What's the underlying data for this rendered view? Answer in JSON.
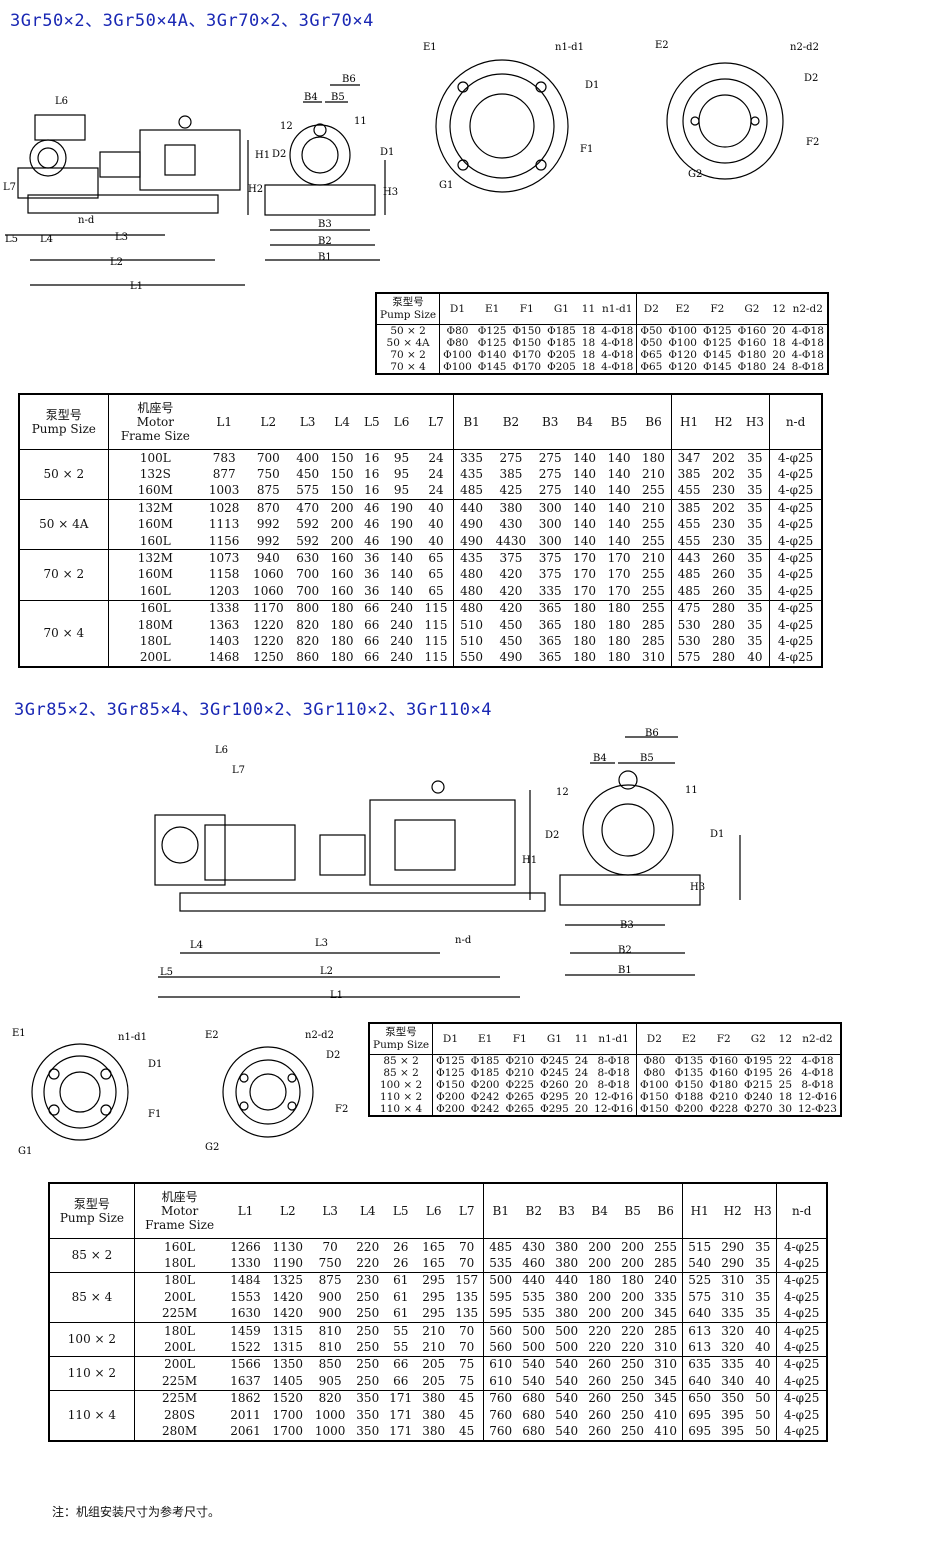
{
  "section1": {
    "title": "3Gr50×2、3Gr50×4A、3Gr70×2、3Gr70×4",
    "dim_labels": [
      "L6",
      "L7",
      "n-d",
      "L5",
      "L4",
      "L3",
      "L2",
      "L1",
      "B6",
      "B4",
      "B5",
      "12",
      "11",
      "D2",
      "D1",
      "H1",
      "H2",
      "H3",
      "B3",
      "B2",
      "B1",
      "E1",
      "n1-d1",
      "D1",
      "F1",
      "G1",
      "E2",
      "n2-d2",
      "D2",
      "F2",
      "G2"
    ],
    "flange_table": {
      "headers": [
        "泵型号",
        "Pump Size",
        "D1",
        "E1",
        "F1",
        "G1",
        "11",
        "n1-d1",
        "D2",
        "E2",
        "F2",
        "G2",
        "12",
        "n2-d2"
      ],
      "rows": [
        [
          "50 × 2",
          "Φ80",
          "Φ125",
          "Φ150",
          "Φ185",
          "18",
          "4-Φ18",
          "Φ50",
          "Φ100",
          "Φ125",
          "Φ160",
          "20",
          "4-Φ18"
        ],
        [
          "50 × 4A",
          "Φ80",
          "Φ125",
          "Φ150",
          "Φ185",
          "18",
          "4-Φ18",
          "Φ50",
          "Φ100",
          "Φ125",
          "Φ160",
          "18",
          "4-Φ18"
        ],
        [
          "70 × 2",
          "Φ100",
          "Φ140",
          "Φ170",
          "Φ205",
          "18",
          "4-Φ18",
          "Φ65",
          "Φ120",
          "Φ145",
          "Φ180",
          "20",
          "4-Φ18"
        ],
        [
          "70 × 4",
          "Φ100",
          "Φ145",
          "Φ170",
          "Φ205",
          "18",
          "4-Φ18",
          "Φ65",
          "Φ120",
          "Φ145",
          "Φ180",
          "24",
          "8-Φ18"
        ]
      ]
    },
    "dim_table": {
      "headers": [
        "泵型号",
        "Pump Size",
        "机座号",
        "Motor",
        "Frame Size",
        "L1",
        "L2",
        "L3",
        "L4",
        "L5",
        "L6",
        "L7",
        "B1",
        "B2",
        "B3",
        "B4",
        "B5",
        "B6",
        "H1",
        "H2",
        "H3",
        "n-d"
      ],
      "groups": [
        {
          "pump": "50 × 2",
          "rows": [
            [
              "100L",
              "783",
              "700",
              "400",
              "150",
              "16",
              "95",
              "24",
              "335",
              "275",
              "275",
              "140",
              "140",
              "180",
              "347",
              "202",
              "35",
              "4-φ25"
            ],
            [
              "132S",
              "877",
              "750",
              "450",
              "150",
              "16",
              "95",
              "24",
              "435",
              "385",
              "275",
              "140",
              "140",
              "210",
              "385",
              "202",
              "35",
              "4-φ25"
            ],
            [
              "160M",
              "1003",
              "875",
              "575",
              "150",
              "16",
              "95",
              "24",
              "485",
              "425",
              "275",
              "140",
              "140",
              "255",
              "455",
              "230",
              "35",
              "4-φ25"
            ]
          ]
        },
        {
          "pump": "50 × 4A",
          "rows": [
            [
              "132M",
              "1028",
              "870",
              "470",
              "200",
              "46",
              "190",
              "40",
              "440",
              "380",
              "300",
              "140",
              "140",
              "210",
              "385",
              "202",
              "35",
              "4-φ25"
            ],
            [
              "160M",
              "1113",
              "992",
              "592",
              "200",
              "46",
              "190",
              "40",
              "490",
              "430",
              "300",
              "140",
              "140",
              "255",
              "455",
              "230",
              "35",
              "4-φ25"
            ],
            [
              "160L",
              "1156",
              "992",
              "592",
              "200",
              "46",
              "190",
              "40",
              "490",
              "4430",
              "300",
              "140",
              "140",
              "255",
              "455",
              "230",
              "35",
              "4-φ25"
            ]
          ]
        },
        {
          "pump": "70 × 2",
          "rows": [
            [
              "132M",
              "1073",
              "940",
              "630",
              "160",
              "36",
              "140",
              "65",
              "435",
              "375",
              "375",
              "170",
              "170",
              "210",
              "443",
              "260",
              "35",
              "4-φ25"
            ],
            [
              "160M",
              "1158",
              "1060",
              "700",
              "160",
              "36",
              "140",
              "65",
              "480",
              "420",
              "375",
              "170",
              "170",
              "255",
              "485",
              "260",
              "35",
              "4-φ25"
            ],
            [
              "160L",
              "1203",
              "1060",
              "700",
              "160",
              "36",
              "140",
              "65",
              "480",
              "420",
              "335",
              "170",
              "170",
              "255",
              "485",
              "260",
              "35",
              "4-φ25"
            ]
          ]
        },
        {
          "pump": "70 × 4",
          "rows": [
            [
              "160L",
              "1338",
              "1170",
              "800",
              "180",
              "66",
              "240",
              "115",
              "480",
              "420",
              "365",
              "180",
              "180",
              "255",
              "475",
              "280",
              "35",
              "4-φ25"
            ],
            [
              "180M",
              "1363",
              "1220",
              "820",
              "180",
              "66",
              "240",
              "115",
              "510",
              "450",
              "365",
              "180",
              "180",
              "285",
              "530",
              "280",
              "35",
              "4-φ25"
            ],
            [
              "180L",
              "1403",
              "1220",
              "820",
              "180",
              "66",
              "240",
              "115",
              "510",
              "450",
              "365",
              "180",
              "180",
              "285",
              "530",
              "280",
              "35",
              "4-φ25"
            ],
            [
              "200L",
              "1468",
              "1250",
              "860",
              "180",
              "66",
              "240",
              "115",
              "550",
              "490",
              "365",
              "180",
              "180",
              "310",
              "575",
              "280",
              "40",
              "4-φ25"
            ]
          ]
        }
      ]
    }
  },
  "section2": {
    "title": "3Gr85×2、3Gr85×4、3Gr100×2、3Gr110×2、3Gr110×4",
    "flange_table": {
      "headers": [
        "泵型号",
        "Pump Size",
        "D1",
        "E1",
        "F1",
        "G1",
        "11",
        "n1-d1",
        "D2",
        "E2",
        "F2",
        "G2",
        "12",
        "n2-d2"
      ],
      "rows": [
        [
          "85 × 2",
          "Φ125",
          "Φ185",
          "Φ210",
          "Φ245",
          "24",
          "8-Φ18",
          "Φ80",
          "Φ135",
          "Φ160",
          "Φ195",
          "22",
          "4-Φ18"
        ],
        [
          "85 × 2",
          "Φ125",
          "Φ185",
          "Φ210",
          "Φ245",
          "24",
          "8-Φ18",
          "Φ80",
          "Φ135",
          "Φ160",
          "Φ195",
          "26",
          "4-Φ18"
        ],
        [
          "100 × 2",
          "Φ150",
          "Φ200",
          "Φ225",
          "Φ260",
          "20",
          "8-Φ18",
          "Φ100",
          "Φ150",
          "Φ180",
          "Φ215",
          "25",
          "8-Φ18"
        ],
        [
          "110 × 2",
          "Φ200",
          "Φ242",
          "Φ265",
          "Φ295",
          "20",
          "12-Φ16",
          "Φ150",
          "Φ188",
          "Φ210",
          "Φ240",
          "18",
          "12-Φ16"
        ],
        [
          "110 × 4",
          "Φ200",
          "Φ242",
          "Φ265",
          "Φ295",
          "20",
          "12-Φ16",
          "Φ150",
          "Φ200",
          "Φ228",
          "Φ270",
          "30",
          "12-Φ23"
        ]
      ]
    },
    "dim_table": {
      "headers": [
        "泵型号",
        "Pump Size",
        "机座号",
        "Motor",
        "Frame Size",
        "L1",
        "L2",
        "L3",
        "L4",
        "L5",
        "L6",
        "L7",
        "B1",
        "B2",
        "B3",
        "B4",
        "B5",
        "B6",
        "H1",
        "H2",
        "H3",
        "n-d"
      ],
      "groups": [
        {
          "pump": "85 × 2",
          "rows": [
            [
              "160L",
              "1266",
              "1130",
              "70",
              "220",
              "26",
              "165",
              "70",
              "485",
              "430",
              "380",
              "200",
              "200",
              "255",
              "515",
              "290",
              "35",
              "4-φ25"
            ],
            [
              "180L",
              "1330",
              "1190",
              "750",
              "220",
              "26",
              "165",
              "70",
              "535",
              "460",
              "380",
              "200",
              "200",
              "285",
              "540",
              "290",
              "35",
              "4-φ25"
            ]
          ]
        },
        {
          "pump": "85 × 4",
          "rows": [
            [
              "180L",
              "1484",
              "1325",
              "875",
              "230",
              "61",
              "295",
              "157",
              "500",
              "440",
              "440",
              "180",
              "180",
              "240",
              "525",
              "310",
              "35",
              "4-φ25"
            ],
            [
              "200L",
              "1553",
              "1420",
              "900",
              "250",
              "61",
              "295",
              "135",
              "595",
              "535",
              "380",
              "200",
              "200",
              "335",
              "575",
              "310",
              "35",
              "4-φ25"
            ],
            [
              "225M",
              "1630",
              "1420",
              "900",
              "250",
              "61",
              "295",
              "135",
              "595",
              "535",
              "380",
              "200",
              "200",
              "345",
              "640",
              "335",
              "35",
              "4-φ25"
            ]
          ]
        },
        {
          "pump": "100 × 2",
          "rows": [
            [
              "180L",
              "1459",
              "1315",
              "810",
              "250",
              "55",
              "210",
              "70",
              "560",
              "500",
              "500",
              "220",
              "220",
              "285",
              "613",
              "320",
              "40",
              "4-φ25"
            ],
            [
              "200L",
              "1522",
              "1315",
              "810",
              "250",
              "55",
              "210",
              "70",
              "560",
              "500",
              "500",
              "220",
              "220",
              "310",
              "613",
              "320",
              "40",
              "4-φ25"
            ]
          ]
        },
        {
          "pump": "110 × 2",
          "rows": [
            [
              "200L",
              "1566",
              "1350",
              "850",
              "250",
              "66",
              "205",
              "75",
              "610",
              "540",
              "540",
              "260",
              "250",
              "310",
              "635",
              "335",
              "40",
              "4-φ25"
            ],
            [
              "225M",
              "1637",
              "1405",
              "905",
              "250",
              "66",
              "205",
              "75",
              "610",
              "540",
              "540",
              "260",
              "250",
              "345",
              "640",
              "340",
              "40",
              "4-φ25"
            ]
          ]
        },
        {
          "pump": "110 × 4",
          "rows": [
            [
              "225M",
              "1862",
              "1520",
              "820",
              "350",
              "171",
              "380",
              "45",
              "760",
              "680",
              "540",
              "260",
              "250",
              "345",
              "650",
              "350",
              "50",
              "4-φ25"
            ],
            [
              "280S",
              "2011",
              "1700",
              "1000",
              "350",
              "171",
              "380",
              "45",
              "760",
              "680",
              "540",
              "260",
              "250",
              "410",
              "695",
              "395",
              "50",
              "4-φ25"
            ],
            [
              "280M",
              "2061",
              "1700",
              "1000",
              "350",
              "171",
              "380",
              "45",
              "760",
              "680",
              "540",
              "260",
              "250",
              "410",
              "695",
              "395",
              "50",
              "4-φ25"
            ]
          ]
        }
      ]
    }
  },
  "note": "注：机组安装尺寸为参考尺寸。"
}
